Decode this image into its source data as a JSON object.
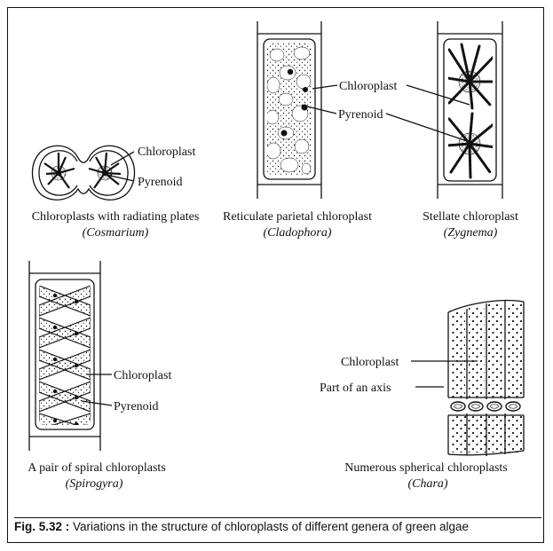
{
  "cosmarium": {
    "label_chloroplast": "Chloroplast",
    "label_pyrenoid": "Pyrenoid",
    "caption": "Chloroplasts with radiating plates",
    "genus": "(Cosmarium)"
  },
  "cladophora": {
    "caption": "Reticulate parietal chloroplast",
    "genus": "(Cladophora)"
  },
  "zygnema": {
    "label_chloroplast": "Chloroplast",
    "label_pyrenoid": "Pyrenoid",
    "caption": "Stellate chloroplast",
    "genus": "(Zygnema)"
  },
  "spirogyra": {
    "label_chloroplast": "Chloroplast",
    "label_pyrenoid": "Pyrenoid",
    "caption": "A pair of spiral chloroplasts",
    "genus": "(Spirogyra)"
  },
  "chara": {
    "label_chloroplast": "Chloroplast",
    "label_axis": "Part of an axis",
    "caption": "Numerous spherical chloroplasts",
    "genus": "(Chara)"
  },
  "figure": {
    "number": "Fig. 5.32 :",
    "title": "Variations in the structure of chloroplasts of different genera of green algae"
  }
}
